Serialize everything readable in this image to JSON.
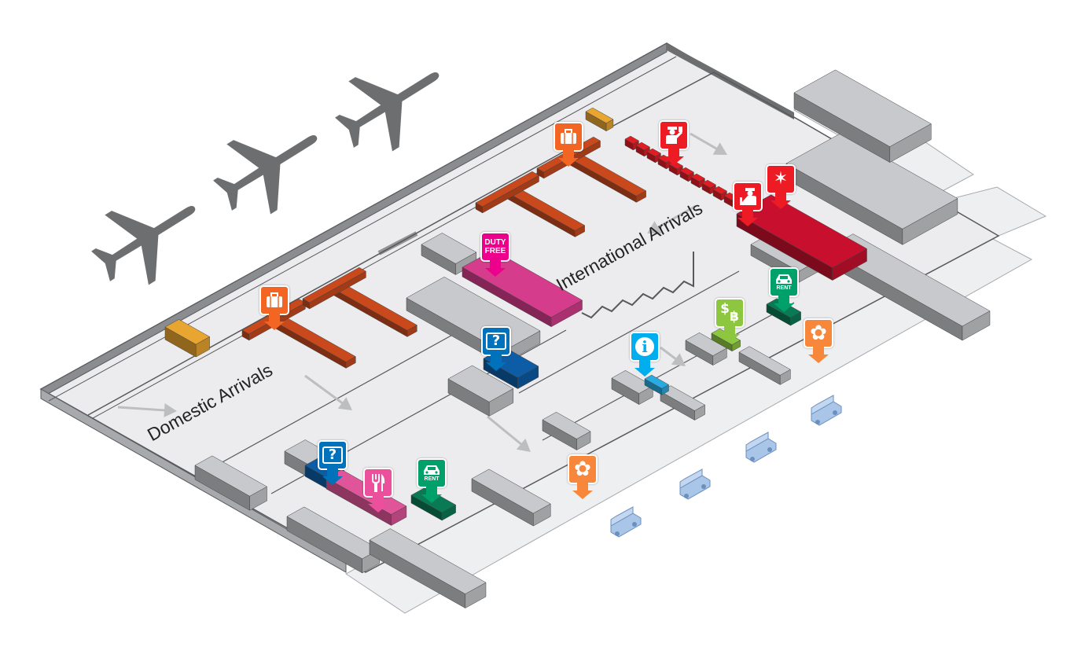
{
  "zones": {
    "domestic": "Domestic Arrivals",
    "international": "International Arrivals"
  },
  "markers": {
    "baggage_intl": {
      "icon": "baggage-claim-icon",
      "color": "#f26522"
    },
    "baggage_dom": {
      "icon": "baggage-claim-icon",
      "color": "#f26522"
    },
    "immigration_1": {
      "icon": "immigration-officer-icon",
      "color": "#ed1c24"
    },
    "immigration_2": {
      "icon": "immigration-officer-icon",
      "color": "#ed1c24"
    },
    "customs": {
      "icon": "customs-star-icon",
      "color": "#ed1c24",
      "glyph": "✶"
    },
    "duty_free": {
      "icon": "duty-free-icon",
      "color": "#ec008c",
      "line1": "DUTY",
      "line2": "FREE"
    },
    "lost_luggage_intl": {
      "icon": "lost-luggage-icon",
      "color": "#0072bc",
      "glyph": "?"
    },
    "lost_luggage_dom": {
      "icon": "lost-luggage-icon",
      "color": "#0072bc",
      "glyph": "?"
    },
    "restaurant": {
      "icon": "fork-knife-icon",
      "color": "#ec4f9c"
    },
    "car_rental_dom": {
      "icon": "car-rental-icon",
      "color": "#00a06b",
      "label": "RENT"
    },
    "car_rental_intl": {
      "icon": "car-rental-icon",
      "color": "#00a06b",
      "label": "RENT"
    },
    "currency_exchange": {
      "icon": "currency-exchange-icon",
      "color": "#8dc63f",
      "glyph1": "$",
      "glyph2": "฿"
    },
    "information": {
      "icon": "information-icon",
      "color": "#00aeef",
      "glyph": "i"
    },
    "flower_1": {
      "icon": "flower-icon",
      "color": "#f7883b",
      "glyph": "✿"
    },
    "flower_2": {
      "icon": "flower-icon",
      "color": "#f7883b",
      "glyph": "✿"
    }
  },
  "colors": {
    "floor": "#ececee",
    "wall": "#8a8c8f",
    "plane": "#6d6e70",
    "counter": "#c9481c",
    "vehicle": "#a9c6e8"
  }
}
